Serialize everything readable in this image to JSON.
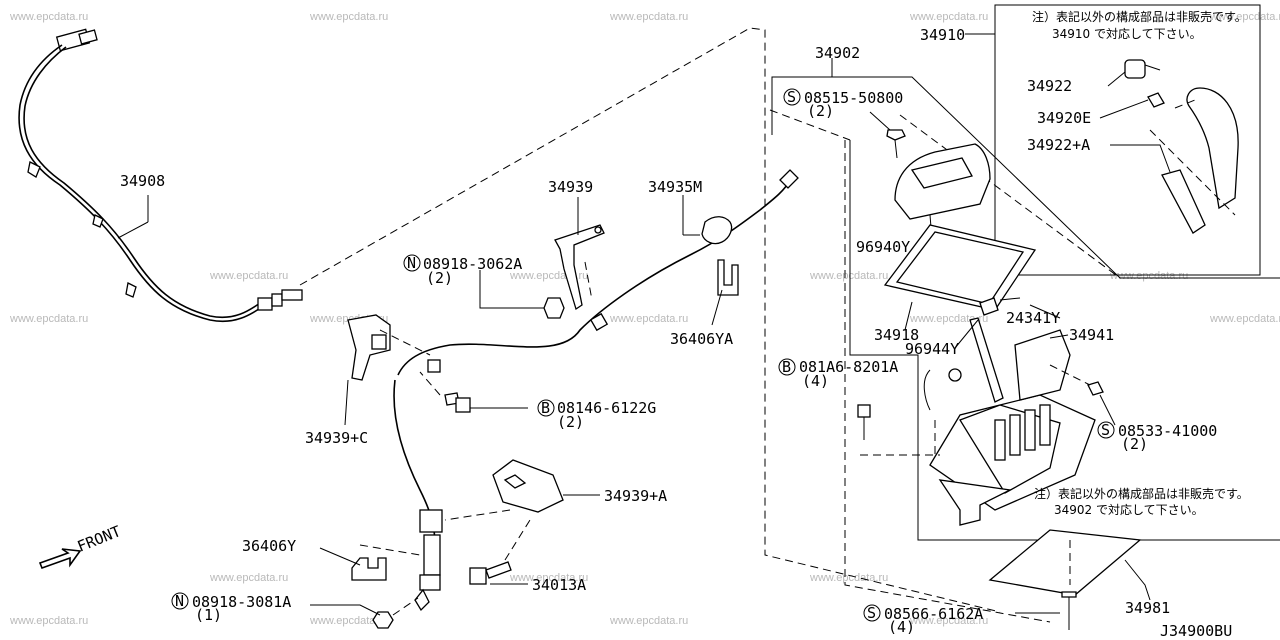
{
  "watermark": "www.epcdata.ru",
  "diagram_code": "J34900BU",
  "front_label": "FRONT",
  "notes": {
    "box1_line1": "注）表記以外の構成部品は非販売です。",
    "box1_line2": "34910 で対応して下さい。",
    "box2_line1": "注）表記以外の構成部品は非販売です。",
    "box2_line2": "34902 で対応して下さい。"
  },
  "parts": {
    "p34908": "34908",
    "p34939": "34939",
    "p34935M": "34935M",
    "p08918_3062A": "08918-3062A",
    "p08918_3062A_qty": "(2)",
    "p36406YA": "36406YA",
    "p34939C": "34939+C",
    "p08146_6122G": "08146-6122G",
    "p08146_6122G_qty": "(2)",
    "p34939A": "34939+A",
    "p36406Y": "36406Y",
    "p34013A": "34013A",
    "p08918_3081A": "08918-3081A",
    "p08918_3081A_qty": "(1)",
    "p34902": "34902",
    "p34910": "34910",
    "p08515_50800": "08515-50800",
    "p08515_50800_qty": "(2)",
    "p34922": "34922",
    "p34920E": "34920E",
    "p34922A": "34922+A",
    "p96940Y": "96940Y",
    "p24341Y": "24341Y",
    "p34918": "34918",
    "p34941": "34941",
    "p96944Y": "96944Y",
    "p081A6_8201A": "081A6-8201A",
    "p081A6_8201A_qty": "(4)",
    "p08533_41000": "08533-41000",
    "p08533_41000_qty": "(2)",
    "p34981": "34981",
    "p08566_6162A": "08566-6162A",
    "p08566_6162A_qty": "(4)"
  },
  "prefix_symbols": {
    "nut": "N",
    "bolt": "B",
    "screw": "S"
  }
}
